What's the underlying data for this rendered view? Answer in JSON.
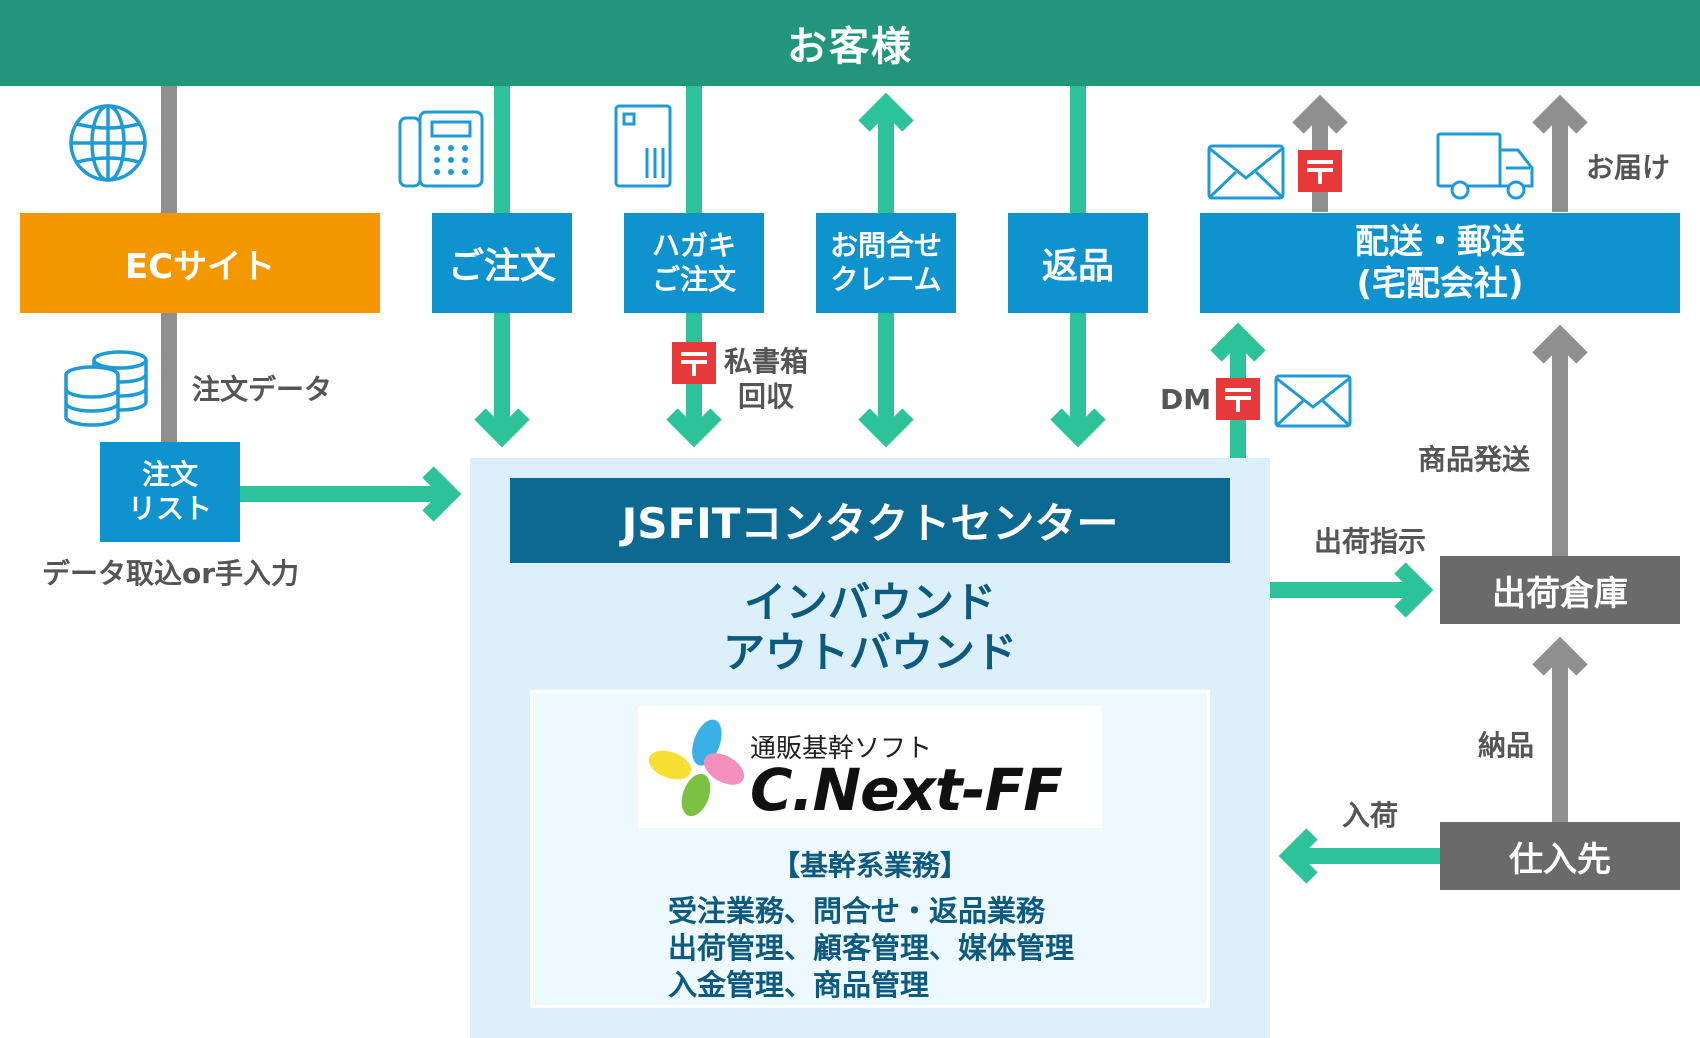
{
  "colors": {
    "header": "#22967d",
    "blue_box": "#0f93cf",
    "orange_box": "#f39800",
    "dark_box": "#6a6a6a",
    "navy_box": "#0b6992",
    "teal_arrow": "#2cc39b",
    "gray_arrow": "#8f8f8f",
    "center_bg": "#dbf0fb",
    "post_red": "#e8393a",
    "heading_text": "#0d5a80"
  },
  "header": {
    "title": "お客様"
  },
  "channels": {
    "ec_site": "ECサイト",
    "order": "ご注文",
    "postcard": "ハガキ\nご注文",
    "inquiry": "お問合せ\nクレーム",
    "returns": "返品",
    "delivery": "配送・郵送\n(宅配会社)"
  },
  "order_list": "注文\nリスト",
  "labels": {
    "order_data": "注文データ",
    "data_import": "データ取込or手入力",
    "po_box": "私書箱\n回収",
    "dm": "DM",
    "deliver": "お届け",
    "product_ship": "商品発送",
    "ship_instruction": "出荷指示",
    "delivery_in": "納品",
    "arrival": "入荷"
  },
  "contact_center": {
    "title": "JSFITコンタクトセンター",
    "subtitle": "インバウンド\nアウトバウンド",
    "logo_caption": "通販基幹ソフト",
    "logo_name": "C.Next-FF",
    "core_heading": "【基幹系業務】",
    "core_lines": [
      "受注業務、問合せ・返品業務",
      "出荷管理、顧客管理、媒体管理",
      "入金管理、商品管理"
    ]
  },
  "warehouse": "出荷倉庫",
  "supplier": "仕入先",
  "icons": [
    "globe-icon",
    "database-icon",
    "telephone-icon",
    "postcard-icon",
    "envelope-icon",
    "postal-mark-icon",
    "truck-icon",
    "petals-logo-icon"
  ]
}
